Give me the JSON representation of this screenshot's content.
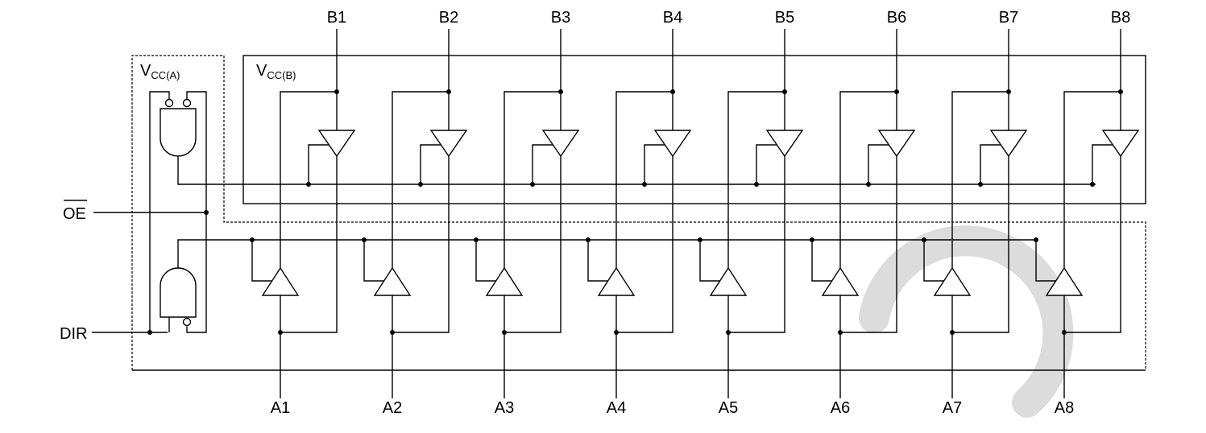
{
  "labels": {
    "oe": "OE",
    "dir": "DIR",
    "vcca_main": "V",
    "vcca_sub": "CC(A)",
    "vccb_main": "V",
    "vccb_sub": "CC(B)"
  },
  "b_pins": [
    "B1",
    "B2",
    "B3",
    "B4",
    "B5",
    "B6",
    "B7",
    "B8"
  ],
  "a_pins": [
    "A1",
    "A2",
    "A3",
    "A4",
    "A5",
    "A6",
    "A7",
    "A8"
  ]
}
